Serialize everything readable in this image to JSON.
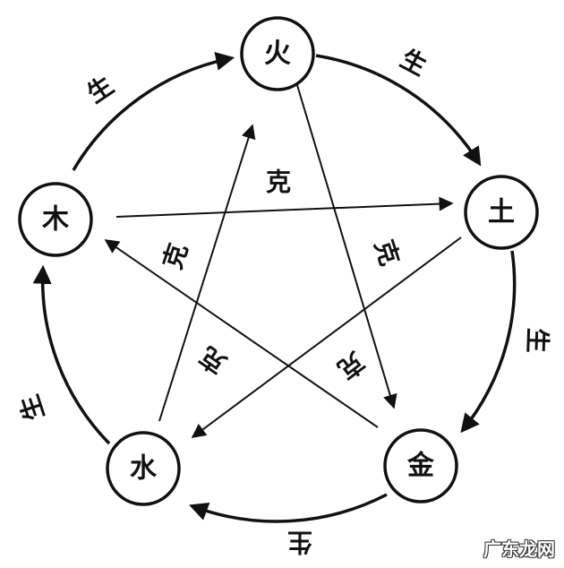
{
  "nodes": {
    "fire": "火",
    "earth": "土",
    "metal": "金",
    "water": "水",
    "wood": "木"
  },
  "relations": {
    "generate": "生",
    "overcome": "克"
  },
  "watermark": "广东龙网"
}
